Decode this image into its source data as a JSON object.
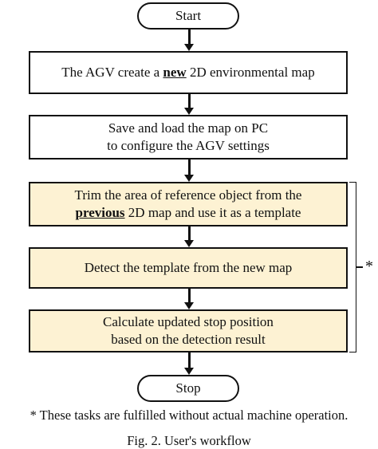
{
  "flowchart": {
    "start_label": "Start",
    "stop_label": "Stop",
    "steps": [
      {
        "line1_before": "The AGV create a ",
        "line1_emph": "new",
        "line1_after": " 2D environmental map"
      },
      {
        "line1": "Save and load the map on PC",
        "line2": "to configure the AGV settings"
      },
      {
        "line1": "Trim the area of reference object from the",
        "line2_emph": "previous",
        "line2_after": " 2D map and use it as a template"
      },
      {
        "line1": "Detect the template from the new map"
      },
      {
        "line1": "Calculate updated stop position",
        "line2": "based on the detection result"
      }
    ],
    "shaded_color": "#fdf2d3",
    "bracket_mark": "*"
  },
  "footnote": "* These tasks are fulfilled without actual machine operation.",
  "caption": "Fig. 2. User's workflow"
}
